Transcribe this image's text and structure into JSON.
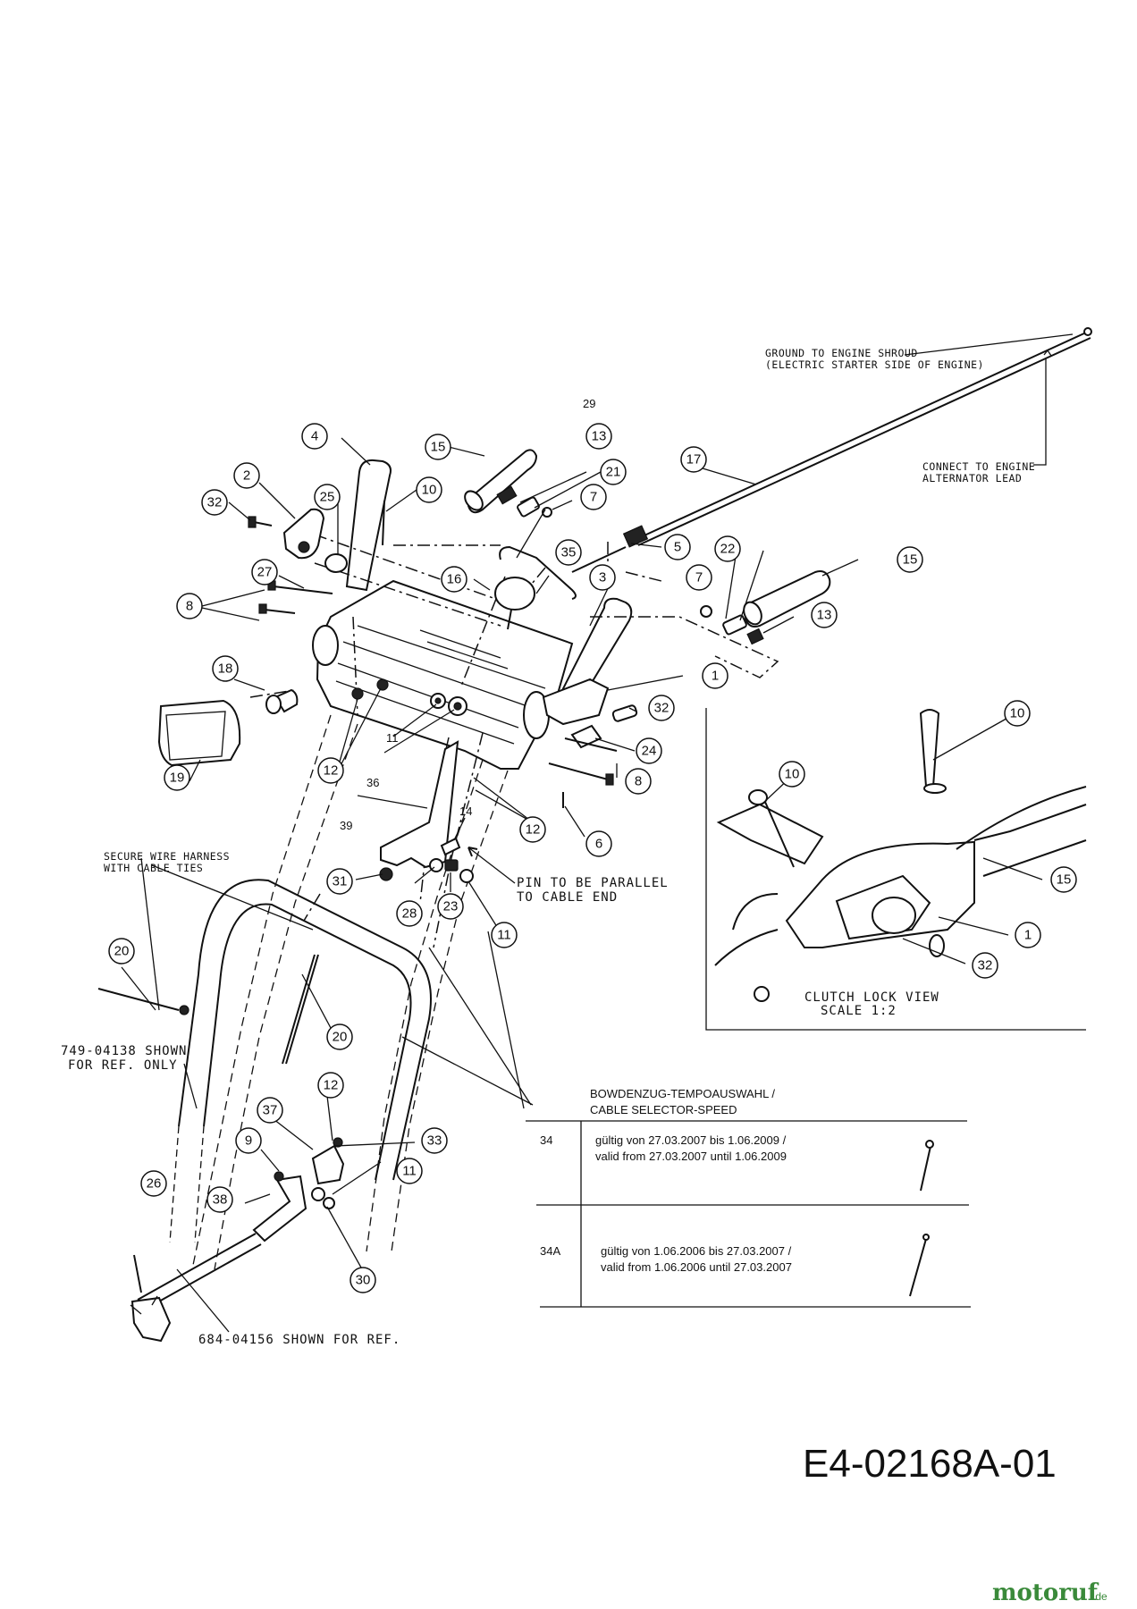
{
  "notes": {
    "ground_line1": "GROUND TO ENGINE SHROUD",
    "ground_line2": "(ELECTRIC STARTER SIDE OF ENGINE)",
    "connect_line1": "CONNECT TO ENGINE",
    "connect_line2": "ALTERNATOR LEAD",
    "secure_line1": "SECURE WIRE HARNESS",
    "secure_line2": "WITH CABLE TIES",
    "pin_line1": "PIN TO BE PARALLEL",
    "pin_line2": "TO CABLE END",
    "ref749_line1": "749-04138 SHOWN",
    "ref749_line2": "FOR REF. ONLY",
    "ref684": "684-04156 SHOWN FOR REF.",
    "clutch_line1": "CLUTCH LOCK VIEW",
    "clutch_line2": "SCALE 1:2"
  },
  "callouts": {
    "c1": "1",
    "c1b": "1",
    "c2": "2",
    "c3": "3",
    "c4": "4",
    "c5": "5",
    "c6": "6",
    "c7": "7",
    "c7b": "7",
    "c8": "8",
    "c8b": "8",
    "c9": "9",
    "c10": "10",
    "c10b": "10",
    "c10c": "10",
    "c11": "11",
    "c11b": "11",
    "c11c": "11",
    "c12": "12",
    "c12b": "12",
    "c12c": "12",
    "c13": "13",
    "c13b": "13",
    "c14": "14",
    "c15": "15",
    "c15b": "15",
    "c15c": "15",
    "c16": "16",
    "c17": "17",
    "c18": "18",
    "c19": "19",
    "c20": "20",
    "c20b": "20",
    "c21": "21",
    "c22": "22",
    "c23": "23",
    "c24": "24",
    "c25": "25",
    "c26": "26",
    "c27": "27",
    "c28": "28",
    "c29": "29",
    "c30": "30",
    "c31": "31",
    "c32": "32",
    "c32b": "32",
    "c32c": "32",
    "c33": "33",
    "c35": "35",
    "c36": "36",
    "c37": "37",
    "c38": "38",
    "c39": "39"
  },
  "table": {
    "header_line1": "BOWDENZUG-TEMPOAUSWAHL /",
    "header_line2": "CABLE SELECTOR-SPEED",
    "rows": [
      {
        "part": "34",
        "line1": "gültig von 27.03.2007  bis 1.06.2009 /",
        "line2": "valid  from 27.03.2007 until  1.06.2009"
      },
      {
        "part": "34A",
        "line1": "gültig von 1.06.2006  bis 27.03.2007 /",
        "line2": "valid  from 1.06.2006 until  27.03.2007"
      }
    ]
  },
  "drawing_code": "E4-02168A-01",
  "watermark": {
    "brand": "motoruf",
    "tld": ".de"
  }
}
